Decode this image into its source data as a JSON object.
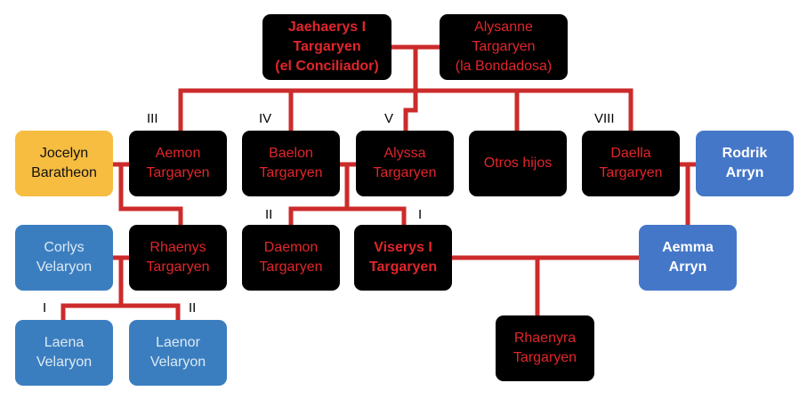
{
  "nodes": {
    "jaehaerys": {
      "lines": [
        "Jaehaerys I",
        "Targaryen",
        "(el Conciliador)"
      ]
    },
    "alysanne": {
      "lines": [
        "Alysanne",
        "Targaryen",
        "(la Bondadosa)"
      ]
    },
    "jocelyn": {
      "lines": [
        "Jocelyn",
        "Baratheon"
      ]
    },
    "aemon": {
      "lines": [
        "Aemon",
        "Targaryen"
      ]
    },
    "baelon": {
      "lines": [
        "Baelon",
        "Targaryen"
      ]
    },
    "alyssa": {
      "lines": [
        "Alyssa",
        "Targaryen"
      ]
    },
    "otros": {
      "lines": [
        "Otros hijos"
      ]
    },
    "daella": {
      "lines": [
        "Daella",
        "Targaryen"
      ]
    },
    "rodrik": {
      "lines": [
        "Rodrik",
        "Arryn"
      ]
    },
    "corlys": {
      "lines": [
        "Corlys",
        "Velaryon"
      ]
    },
    "rhaenys": {
      "lines": [
        "Rhaenys",
        "Targaryen"
      ]
    },
    "daemon": {
      "lines": [
        "Daemon",
        "Targaryen"
      ]
    },
    "viserys": {
      "lines": [
        "Viserys I",
        "Targaryen"
      ]
    },
    "aemma": {
      "lines": [
        "Aemma",
        "Arryn"
      ]
    },
    "laena": {
      "lines": [
        "Laena",
        "Velaryon"
      ]
    },
    "laenor": {
      "lines": [
        "Laenor",
        "Velaryon"
      ]
    },
    "rhaenyra": {
      "lines": [
        "Rhaenyra",
        "Targaryen"
      ]
    }
  },
  "ranks": {
    "aemon": "III",
    "baelon": "IV",
    "alyssa": "V",
    "daella": "VIII",
    "daemon": "II",
    "viserys": "I",
    "laena": "I",
    "laenor": "II"
  },
  "colors": {
    "line": "#cc2b2b",
    "black_box": "#000000",
    "red_text": "#e0262b",
    "blue_dark": "#3b7ec0",
    "blue_mid": "#4577c9",
    "yellow": "#f6bd40"
  }
}
